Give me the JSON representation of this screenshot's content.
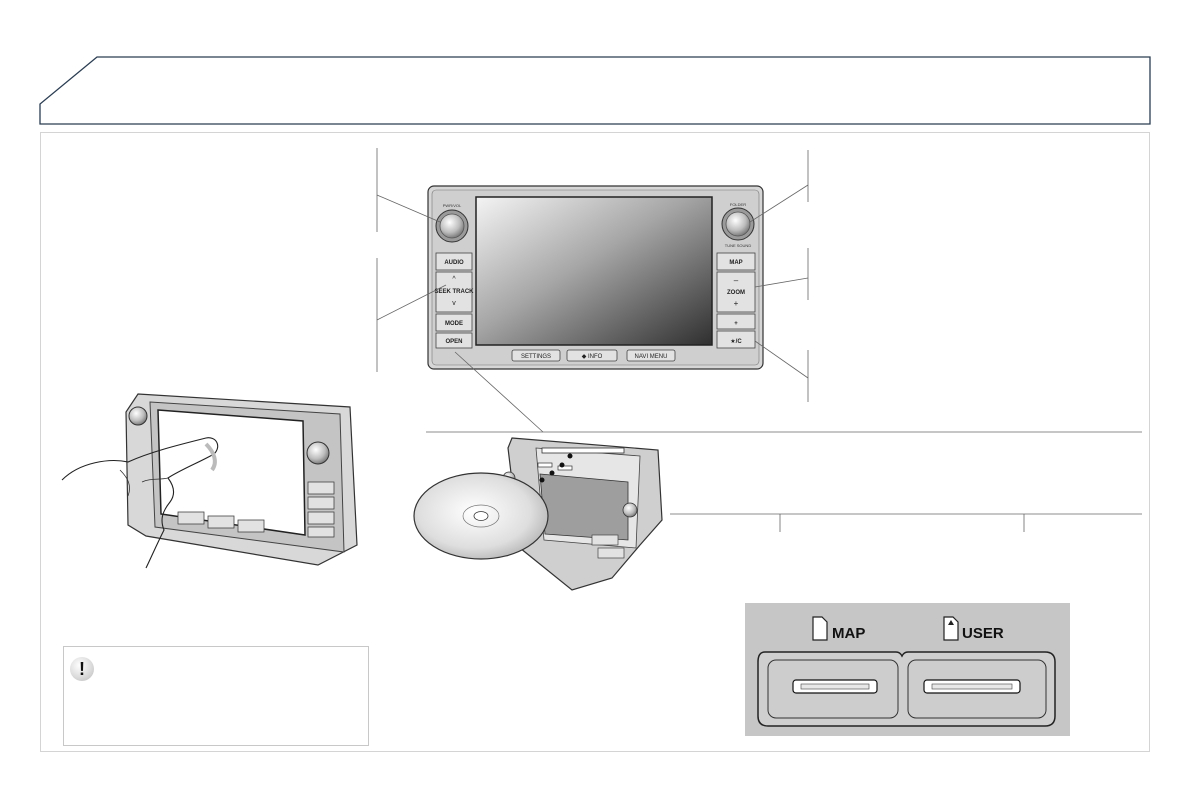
{
  "header": {
    "title": ""
  },
  "head_unit": {
    "knob_left_label": "PWR/VOL",
    "knob_right_label_top": "FOLDER",
    "knob_right_label_bottom": "TUNE SOUND",
    "left_buttons": [
      "AUDIO",
      "SEEK TRACK",
      "MODE",
      "OPEN"
    ],
    "right_buttons": [
      "MAP",
      "ZOOM",
      "+",
      "★/C"
    ],
    "bottom_buttons": [
      "SETTINGS",
      "◆ INFO",
      "NAVI MENU"
    ]
  },
  "sd_slots": {
    "map_label": "MAP",
    "user_label": "USER"
  },
  "warning": {
    "icon_glyph": "!"
  }
}
